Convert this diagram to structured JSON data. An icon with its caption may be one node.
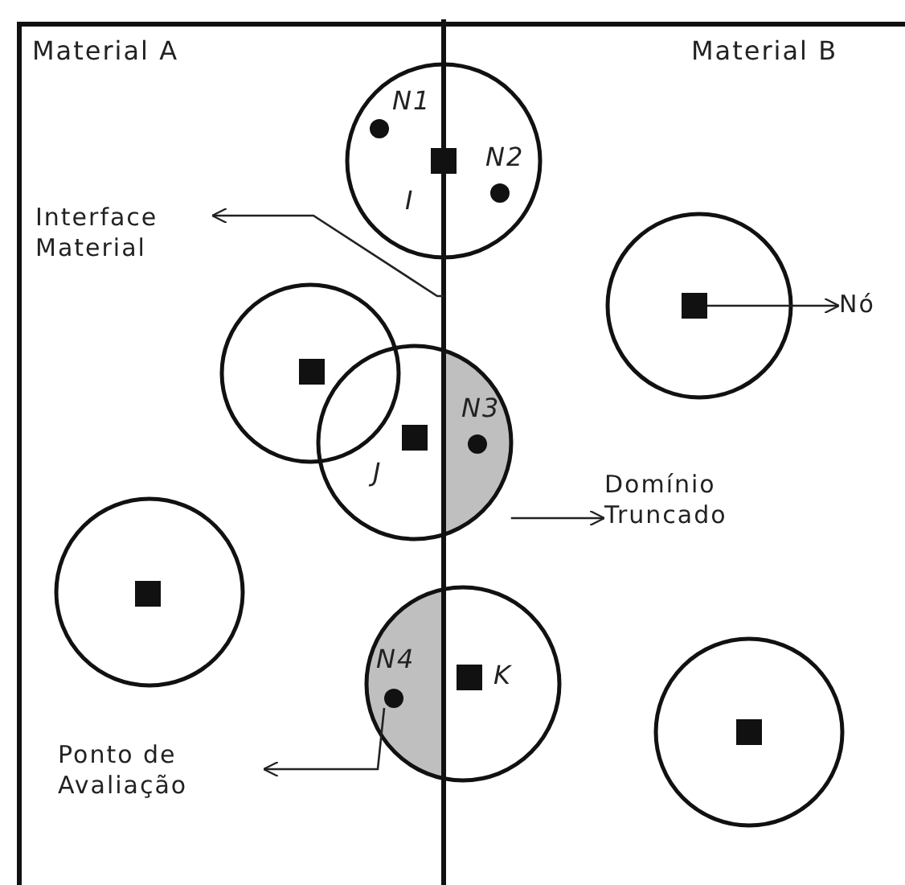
{
  "diagram": {
    "nodes": [
      {
        "text": [
          "Interface Material"
        ]
      },
      {
        "text": [],
        "shape": "line"
      },
      {
        "text": [],
        "shape": "dot",
        "beside": [
          "N1"
        ]
      },
      {
        "text": [],
        "shape": "square",
        "beside": [
          "I"
        ]
      },
      {
        "text": [],
        "shape": "dot",
        "beside": [
          "N2"
        ]
      },
      {
        "text": [
          "Nó"
        ]
      },
      {
        "text": [],
        "shape": "square"
      },
      {
        "text": [],
        "shape": "square"
      },
      {
        "text": [],
        "shape": "segment"
      },
      {
        "text": [],
        "shape": "square",
        "beside": [
          "J"
        ]
      },
      {
        "text": [],
        "shape": "dot",
        "in": 8
      },
      {
        "text": [
          "Domínio Truncado"
        ]
      },
      {
        "text": [],
        "shape": "square"
      },
      {
        "text": [],
        "shape": "segment"
      },
      {
        "text": [],
        "shape": "dot",
        "in": 13
      },
      {
        "text": [],
        "shape": "square",
        "beside": [
          "K"
        ]
      },
      {
        "text": [
          "Ponto de Avaliação"
        ]
      },
      {
        "text": [],
        "shape": "square"
      }
    ],
    "edges": [
      {
        "from": 1,
        "to": 0,
        "arrow": "to"
      },
      {
        "from": 6,
        "to": 5,
        "arrow": "to"
      },
      {
        "from": 8,
        "to": 11,
        "arrow": "to"
      },
      {
        "from": 14,
        "to": 16,
        "arrow": "to"
      }
    ],
    "labels": [
      "Material A",
      "Material B",
      "N3",
      "N4"
    ]
  }
}
